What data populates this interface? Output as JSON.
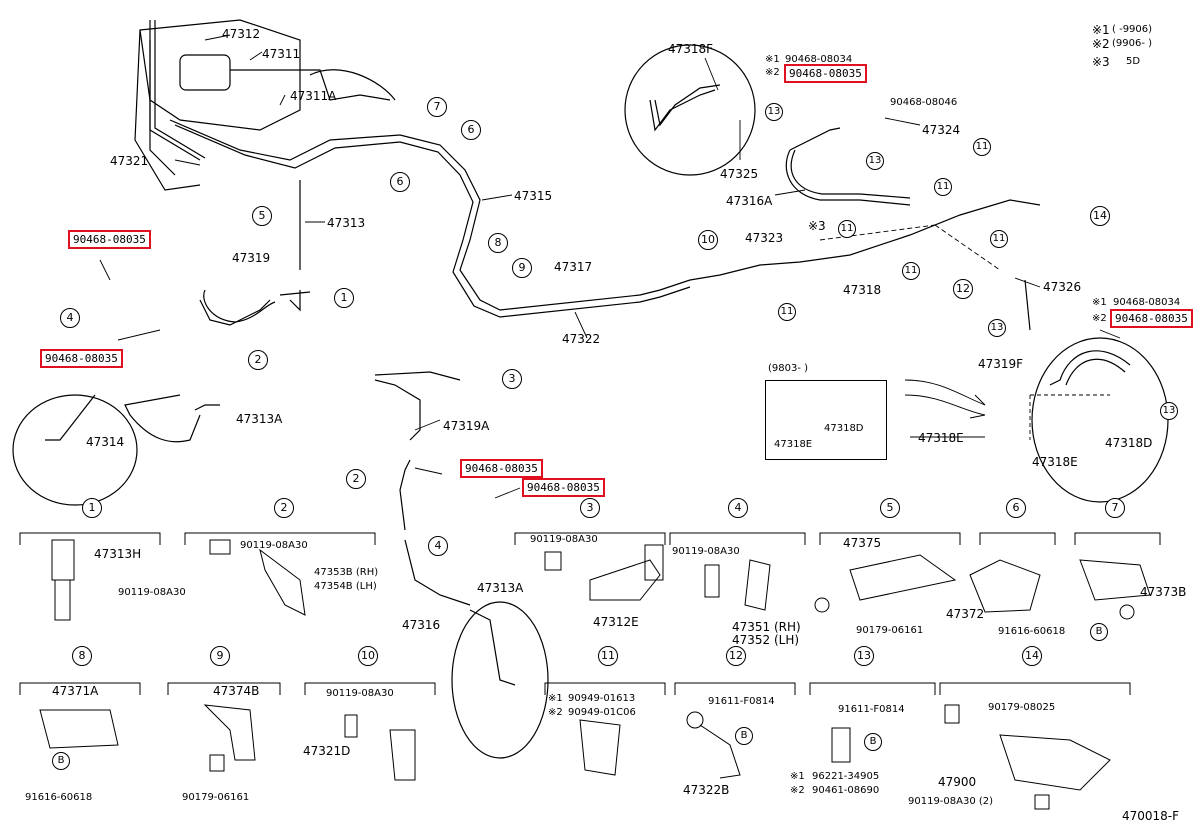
{
  "notes": {
    "n1_mark": "※1",
    "n1_text": "(     -9906)",
    "n2_mark": "※2",
    "n2_text": "(9906-     )",
    "n3_mark": "※3",
    "n3_text": "5D"
  },
  "inset": {
    "title": "(9803-     )",
    "p1": "47318E",
    "p2": "47318D"
  },
  "drawing_number": "470018-F",
  "callout_b": "B",
  "labels": {
    "p47312": "47312",
    "p47311": "47311",
    "p47311a": "47311A",
    "p47321": "47321",
    "p47313": "47313",
    "p47315": "47315",
    "p47319": "47319",
    "p47313a": "47313A",
    "p47314": "47314",
    "p47319a": "47319A",
    "p47317": "47317",
    "p47322": "47322",
    "p47318f": "47318F",
    "p47325": "47325",
    "p47316a": "47316A",
    "p47323": "47323",
    "n3_47323": "※3",
    "p47318": "47318",
    "p47324": "47324",
    "p47326": "47326",
    "p47319f": "47319F",
    "p47318e_r": "47318E",
    "p47318d_r": "47318D",
    "p47318e_r2": "47318E",
    "p47313a_b": "47313A",
    "p47316": "47316"
  },
  "part_numbers": {
    "top_n1": "※1",
    "top_pn1": "90468-08034",
    "top_n2": "※2",
    "top_pn2": "90468-08035",
    "pn_46": "90468-08046",
    "pn_left1": "90468-08035",
    "pn_left2": "90468-08035",
    "pn_mid1": "90468-08035",
    "pn_mid2": "90468-08035",
    "right_n1": "※1",
    "right_pn1": "90468-08034",
    "right_n2": "※2",
    "right_pn2": "90468-08035"
  },
  "callouts": [
    "1",
    "2",
    "3",
    "4",
    "5",
    "6",
    "7",
    "8",
    "9",
    "10",
    "11",
    "12",
    "13",
    "14"
  ],
  "sub_panels": [
    {
      "num": "1",
      "parts": [
        "47313H",
        "90119-08A30"
      ]
    },
    {
      "num": "2",
      "parts": [
        "90119-08A30",
        "47353B (RH)",
        "47354B (LH)"
      ]
    },
    {
      "num": "3",
      "parts": [
        "90119-08A30",
        "47312E"
      ]
    },
    {
      "num": "4",
      "parts": [
        "90119-08A30",
        "47351 (RH)",
        "47352 (LH)"
      ]
    },
    {
      "num": "5",
      "parts": [
        "47375",
        "90179-06161"
      ]
    },
    {
      "num": "6",
      "parts": [
        "47372"
      ]
    },
    {
      "num": "7",
      "parts": [
        "47373B",
        "91616-60618"
      ]
    },
    {
      "num": "8",
      "parts": [
        "47371A",
        "91616-60618"
      ]
    },
    {
      "num": "9",
      "parts": [
        "47374B",
        "90179-06161"
      ]
    },
    {
      "num": "10",
      "parts": [
        "90119-08A30",
        "47321D"
      ]
    },
    {
      "num": "11",
      "parts": [
        "※1",
        "90949-01613",
        "※2",
        "90949-01C06"
      ]
    },
    {
      "num": "12",
      "parts": [
        "91611-F0814",
        "47322B"
      ]
    },
    {
      "num": "13",
      "parts": [
        "91611-F0814",
        "※1",
        "96221-34905",
        "※2",
        "90461-08690"
      ]
    },
    {
      "num": "14",
      "parts": [
        "90179-08025",
        "47900",
        "90119-08A30 (2)"
      ]
    }
  ]
}
